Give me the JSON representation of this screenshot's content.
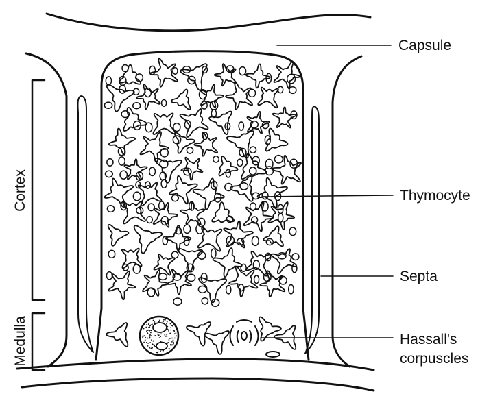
{
  "labels": {
    "capsule": "Capsule",
    "thymocyte": "Thymocyte",
    "septa": "Septa",
    "hassalls_line1": "Hassall's",
    "hassalls_line2": "corpuscles",
    "cortex": "Cortex",
    "medulla": "Medulla"
  },
  "colors": {
    "ink": "#111111",
    "background": "#ffffff"
  }
}
